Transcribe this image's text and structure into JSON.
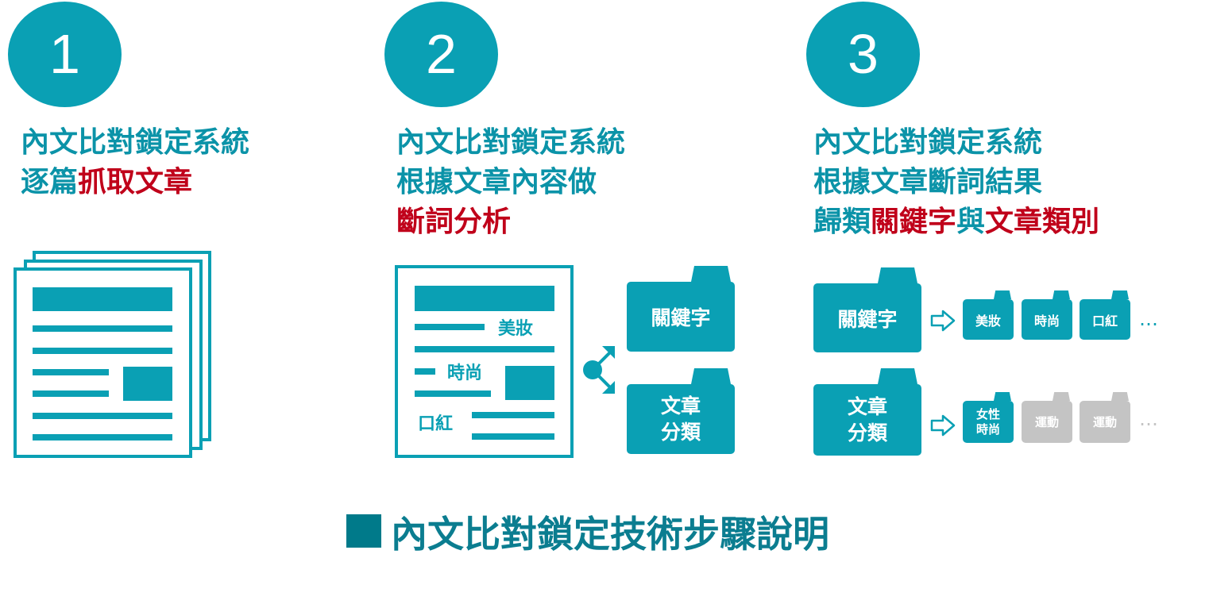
{
  "colors": {
    "teal": "#0aa0b4",
    "heading_teal": "#0b93a8",
    "highlight_red": "#c0001a",
    "inactive_gray": "#c4c4c4",
    "caption_teal": "#0b7d90"
  },
  "steps": [
    {
      "number": "1",
      "lines": [
        [
          {
            "text": "內文比對鎖定系統",
            "hl": false
          }
        ],
        [
          {
            "text": "逐篇",
            "hl": false
          },
          {
            "text": "抓取文章",
            "hl": true
          }
        ]
      ]
    },
    {
      "number": "2",
      "lines": [
        [
          {
            "text": "內文比對鎖定系統",
            "hl": false
          }
        ],
        [
          {
            "text": "根據文章內容做",
            "hl": false
          }
        ],
        [
          {
            "text": "斷詞分析",
            "hl": true
          }
        ]
      ]
    },
    {
      "number": "3",
      "lines": [
        [
          {
            "text": "內文比對鎖定系統",
            "hl": false
          }
        ],
        [
          {
            "text": "根據文章斷詞結果",
            "hl": false
          }
        ],
        [
          {
            "text": "歸類",
            "hl": false
          },
          {
            "text": "關鍵字",
            "hl": true
          },
          {
            "text": "與",
            "hl": false
          },
          {
            "text": "文章類別",
            "hl": true
          }
        ]
      ]
    }
  ],
  "step2": {
    "doc_words": [
      "美妝",
      "時尚",
      "口紅"
    ],
    "folders": [
      "關鍵字",
      "文章\n分類"
    ]
  },
  "step3": {
    "rows": [
      {
        "category": "關鍵字",
        "tags": [
          {
            "label": "美妝",
            "active": true
          },
          {
            "label": "時尚",
            "active": true
          },
          {
            "label": "口紅",
            "active": true
          }
        ],
        "more": "…"
      },
      {
        "category": "文章\n分類",
        "tags": [
          {
            "label": "女性\n時尚",
            "active": true
          },
          {
            "label": "運動",
            "active": false
          },
          {
            "label": "運動",
            "active": false
          }
        ],
        "more": "…"
      }
    ]
  },
  "caption": "內文比對鎖定技術步驟說明",
  "icons": [
    "document-stack-icon",
    "document-icon",
    "share-icon",
    "folder-icon",
    "arrow-right-icon",
    "square-bullet-icon"
  ]
}
